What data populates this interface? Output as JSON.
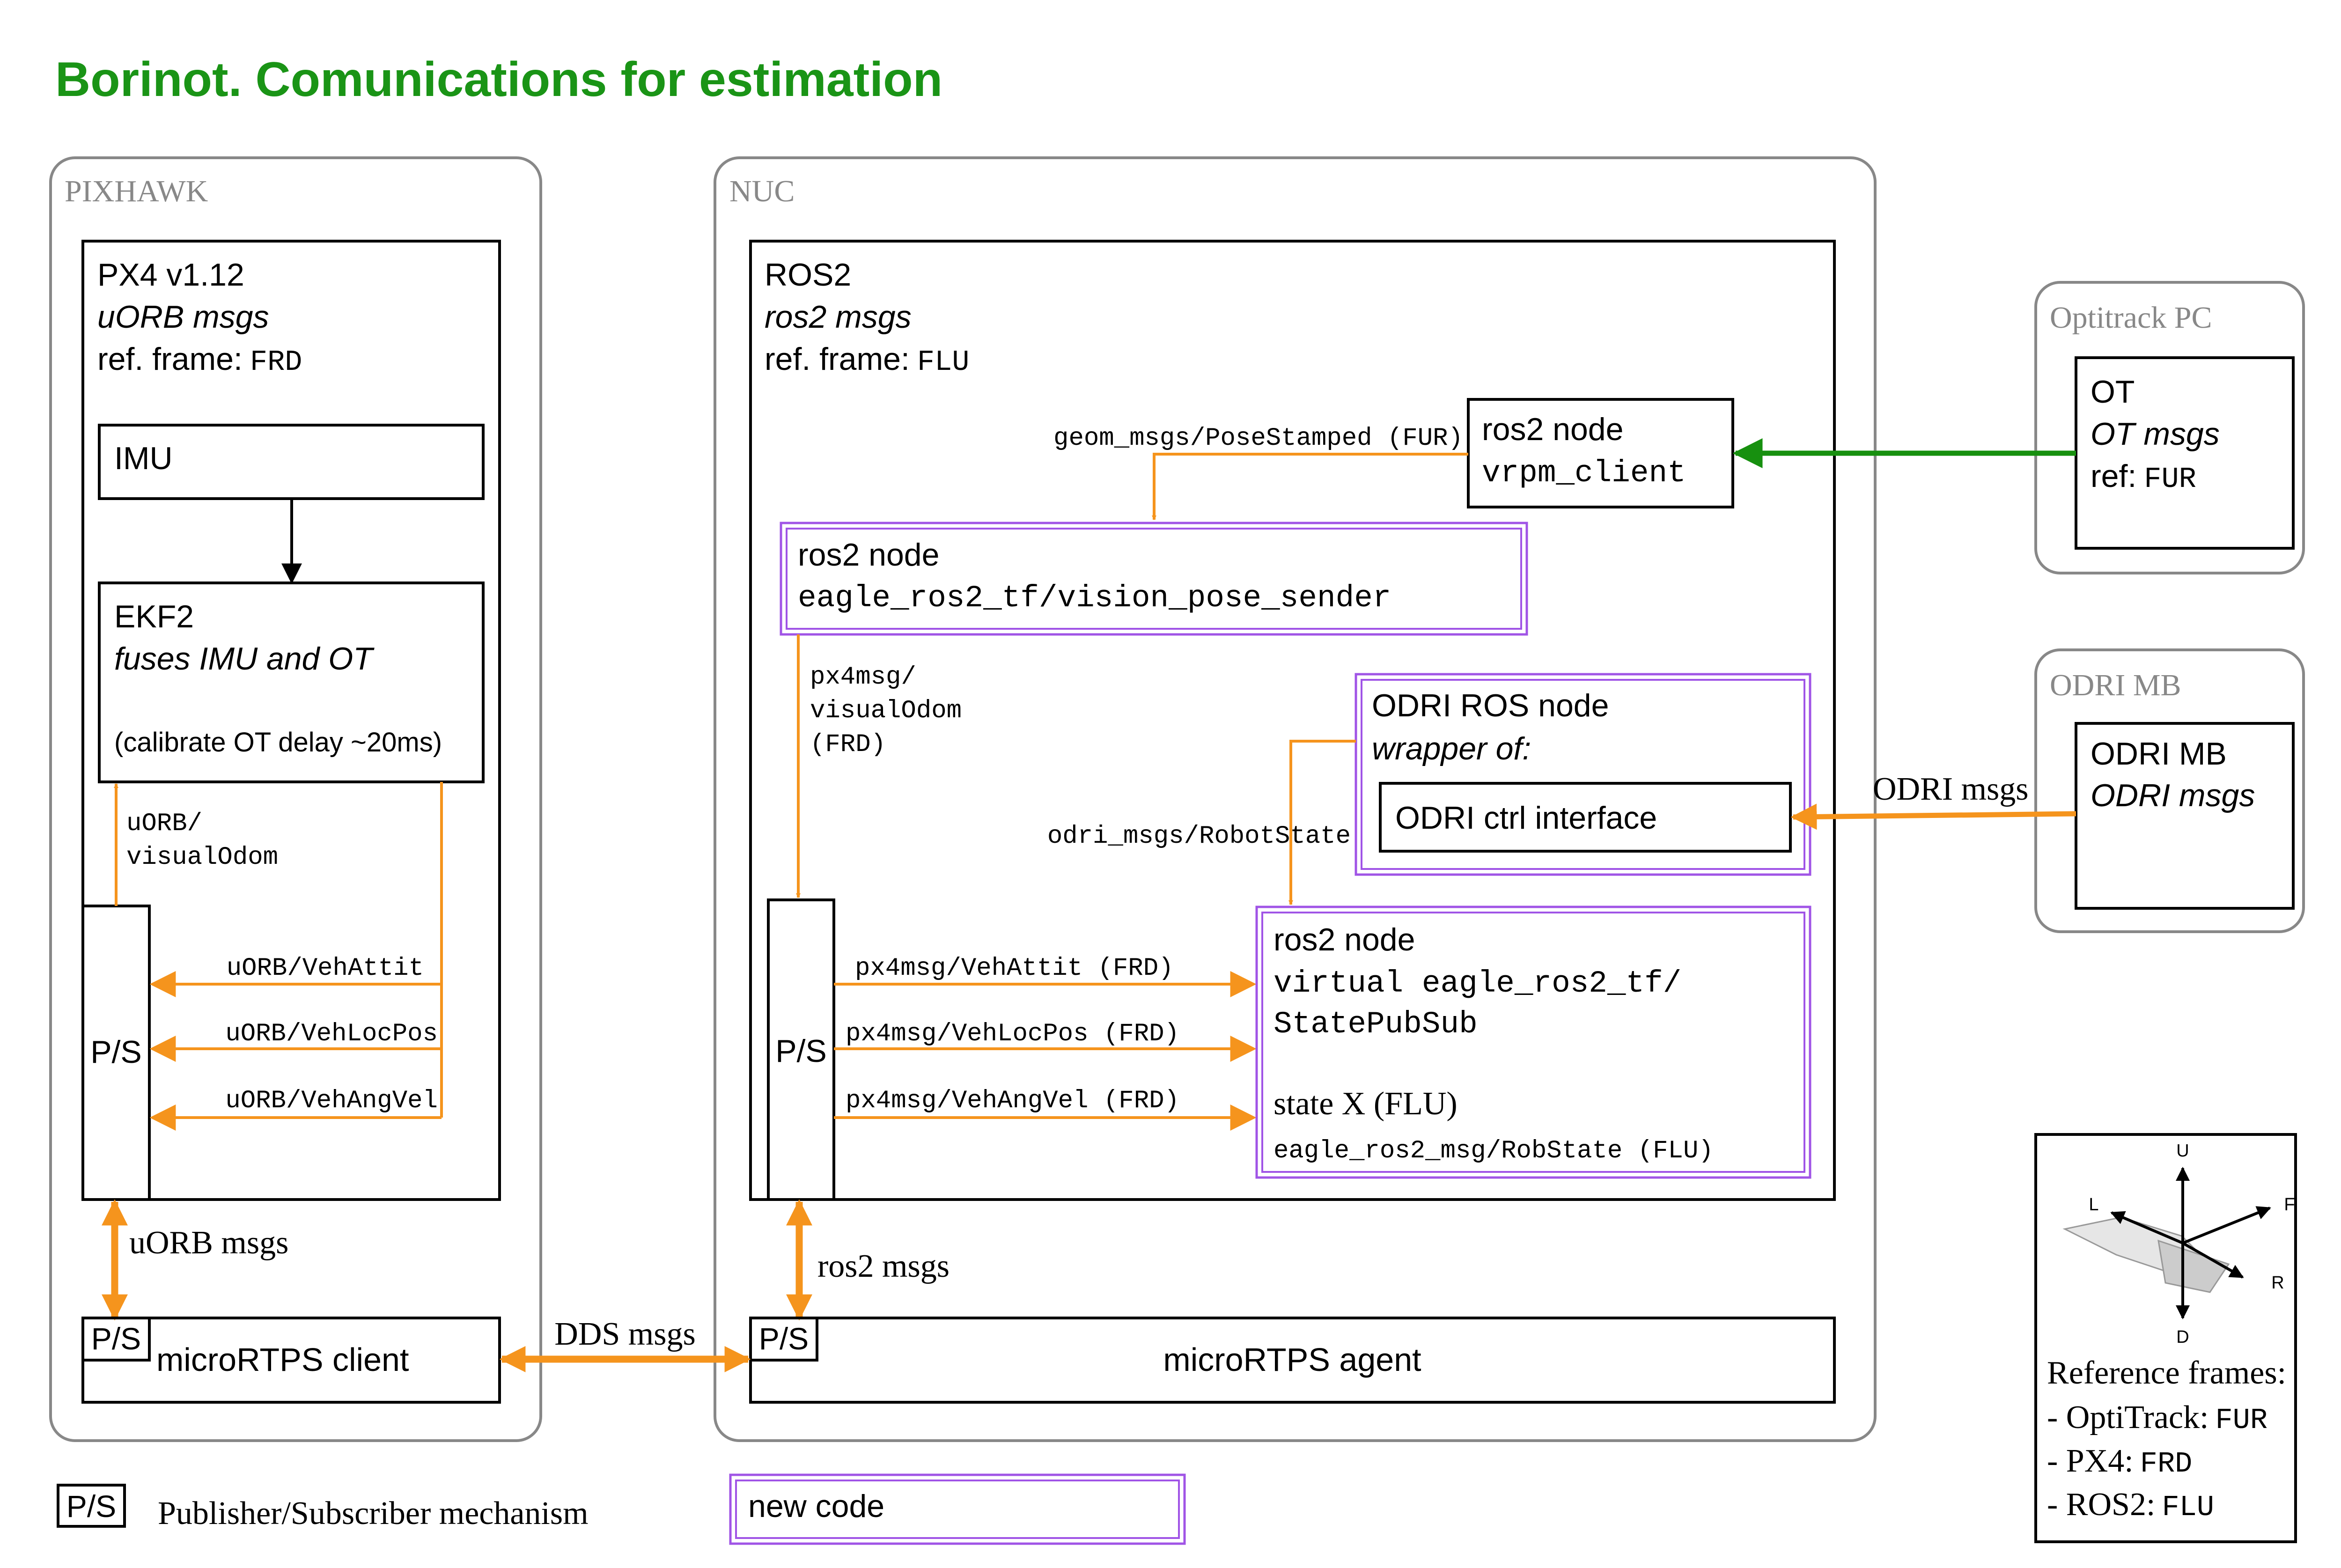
{
  "title": "Borinot. Comunications for estimation",
  "colors": {
    "title": "#1a9416",
    "orange": "#f5941d",
    "green": "#17900f",
    "purple": "#a054e6",
    "gray": "#888888",
    "black": "#000000"
  },
  "groups": {
    "pixhawk": "PIXHAWK",
    "nuc": "NUC",
    "optitrack": "Optitrack PC",
    "odri": "ODRI MB"
  },
  "px4": {
    "name": "PX4 v1.12",
    "msgs": "uORB msgs",
    "ref_label": "ref. frame:",
    "ref_value": "FRD",
    "imu": "IMU",
    "ekf_title": "EKF2",
    "ekf_sub": "fuses IMU and OT",
    "ekf_note": "(calibrate OT delay ~20ms)",
    "ps": "P/S",
    "topic_visual_odom_1": "uORB/",
    "topic_visual_odom_2": "visualOdom",
    "topic_att": "uORB/VehAttit",
    "topic_locpos": "uORB/VehLocPos",
    "topic_angvel": "uORB/VehAngVel"
  },
  "ros2": {
    "name": "ROS2",
    "msgs": "ros2 msgs",
    "ref_label": "ref. frame:",
    "ref_value": "FLU",
    "vrpm_title": "ros2 node",
    "vrpm_name": "vrpm_client",
    "pose_topic": "geom_msgs/PoseStamped (FUR)",
    "vps_title": "ros2 node",
    "vps_name": "eagle_ros2_tf/vision_pose_sender",
    "px4_odom_1": "px4msg/",
    "px4_odom_2": "visualOdom",
    "px4_odom_3": "(FRD)",
    "odri_node_title": "ODRI ROS node",
    "odri_node_sub": "wrapper of:",
    "odri_ctrl": "ODRI ctrl interface",
    "robot_state_topic": "odri_msgs/RobotState",
    "ps": "P/S",
    "topic_att": "px4msg/VehAttit (FRD)",
    "topic_locpos": "px4msg/VehLocPos (FRD)",
    "topic_angvel": "px4msg/VehAngVel (FRD)",
    "sps_title": "ros2 node",
    "sps_name_1": "virtual eagle_ros2_tf/",
    "sps_name_2": "StatePubSub",
    "sps_state": "state X (FLU)",
    "sps_out": "eagle_ros2_msg/RobState (FLU)"
  },
  "ot": {
    "name": "OT",
    "msgs": "OT msgs",
    "ref_label": "ref:",
    "ref_value": "FUR"
  },
  "odri_mb": {
    "name": "ODRI MB",
    "msgs": "ODRI msgs",
    "link": "ODRI msgs"
  },
  "links": {
    "uorb": "uORB msgs",
    "ros2": "ros2 msgs",
    "dds": "DDS msgs"
  },
  "micro": {
    "ps": "P/S",
    "client": "microRTPS client",
    "agent": "microRTPS agent"
  },
  "legend": {
    "ps": "P/S",
    "ps_desc": "Publisher/Subscriber mechanism",
    "new_code": "new code",
    "axis_u": "U",
    "axis_d": "D",
    "axis_l": "L",
    "axis_r": "R",
    "axis_f": "F",
    "frames_title": "Reference frames:",
    "frame1_label": "- OptiTrack:",
    "frame1_value": "FUR",
    "frame2_label": "- PX4:",
    "frame2_value": "FRD",
    "frame3_label": "- ROS2:",
    "frame3_value": "FLU"
  }
}
